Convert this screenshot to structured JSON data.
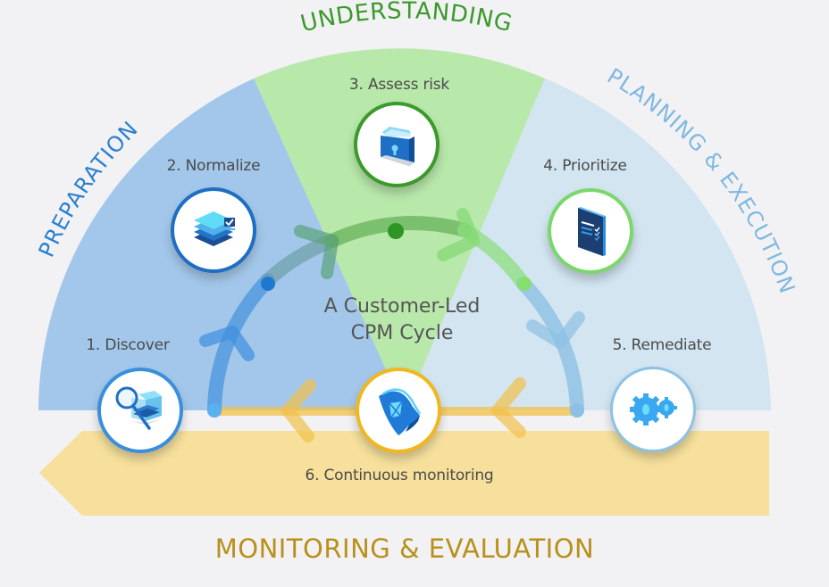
{
  "title": "A Customer-Led CPM Cycle",
  "title_lines": [
    "A Customer-Led",
    "CPM Cycle"
  ],
  "phases": {
    "preparation": "PREPARATION",
    "understanding": "UNDERSTANDING",
    "planning_execution": "PLANNING & EXECUTION",
    "monitoring_evaluation": "MONITORING & EVALUATION"
  },
  "steps": [
    {
      "label": "1. Discover",
      "icon": "magnifier-layers-icon",
      "ring_color": "#3a8fdc"
    },
    {
      "label": "2. Normalize",
      "icon": "stacked-layers-check-icon",
      "ring_color": "#1e6fc4"
    },
    {
      "label": "3. Assess risk",
      "icon": "locked-folder-icon",
      "ring_color": "#3a9a2a"
    },
    {
      "label": "4. Prioritize",
      "icon": "checklist-document-icon",
      "ring_color": "#7ad86a"
    },
    {
      "label": "5. Remediate",
      "icon": "gears-icon",
      "ring_color": "#8cc2e6"
    },
    {
      "label": "6. Continuous monitoring",
      "icon": "shield-icon",
      "ring_color": "#f0b71e"
    }
  ],
  "colors": {
    "background": "#f2f2f4",
    "preparation_fill": "#a2c7ea",
    "understanding_fill": "#b8e8aa",
    "planning_fill": "#d2e5f1",
    "monitoring_fill": "#f7e09b",
    "preparation_text": "#2a7fd0",
    "understanding_text": "#3a9a2a",
    "planning_text": "#7fb8e0",
    "monitoring_text": "#b8901a"
  }
}
